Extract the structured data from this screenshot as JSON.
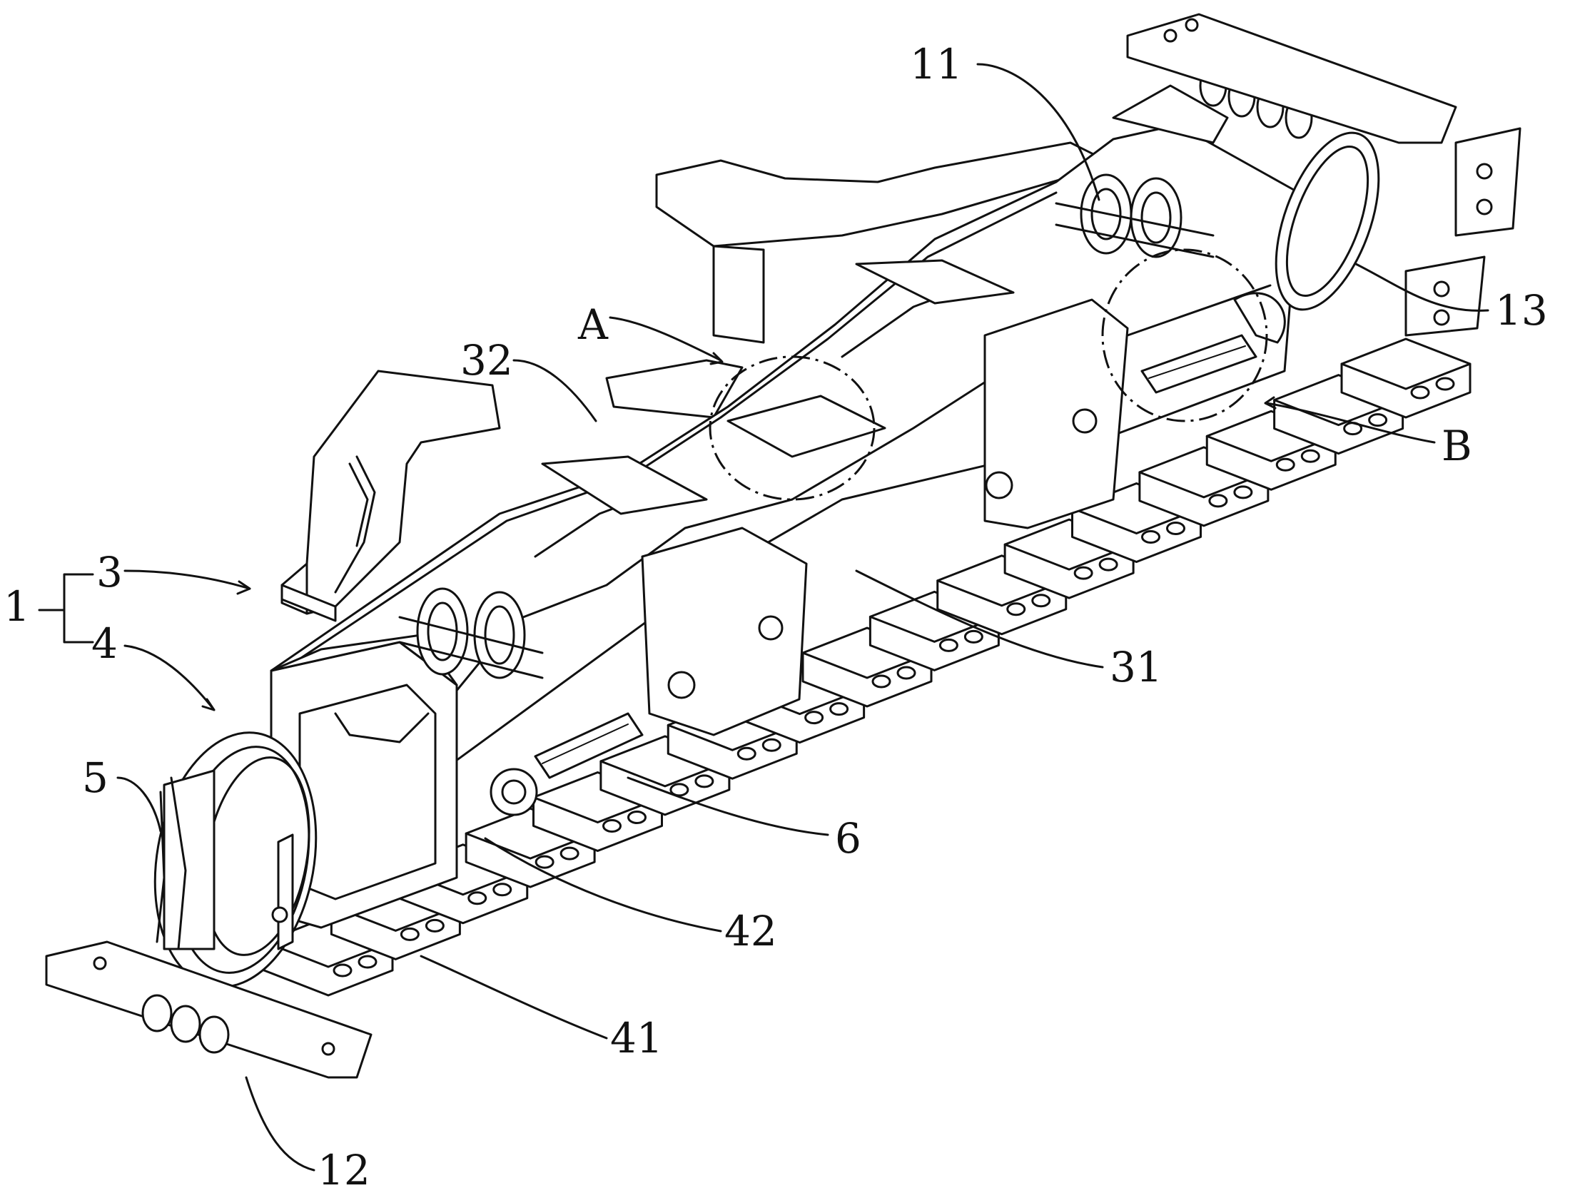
{
  "figure": {
    "labels": {
      "l1": "1",
      "l3": "3",
      "l4": "4",
      "l5": "5",
      "l6": "6",
      "l11": "11",
      "l12": "12",
      "l13": "13",
      "l31": "31",
      "l32": "32",
      "l41": "41",
      "l42": "42",
      "lA": "A",
      "lB": "B"
    }
  }
}
